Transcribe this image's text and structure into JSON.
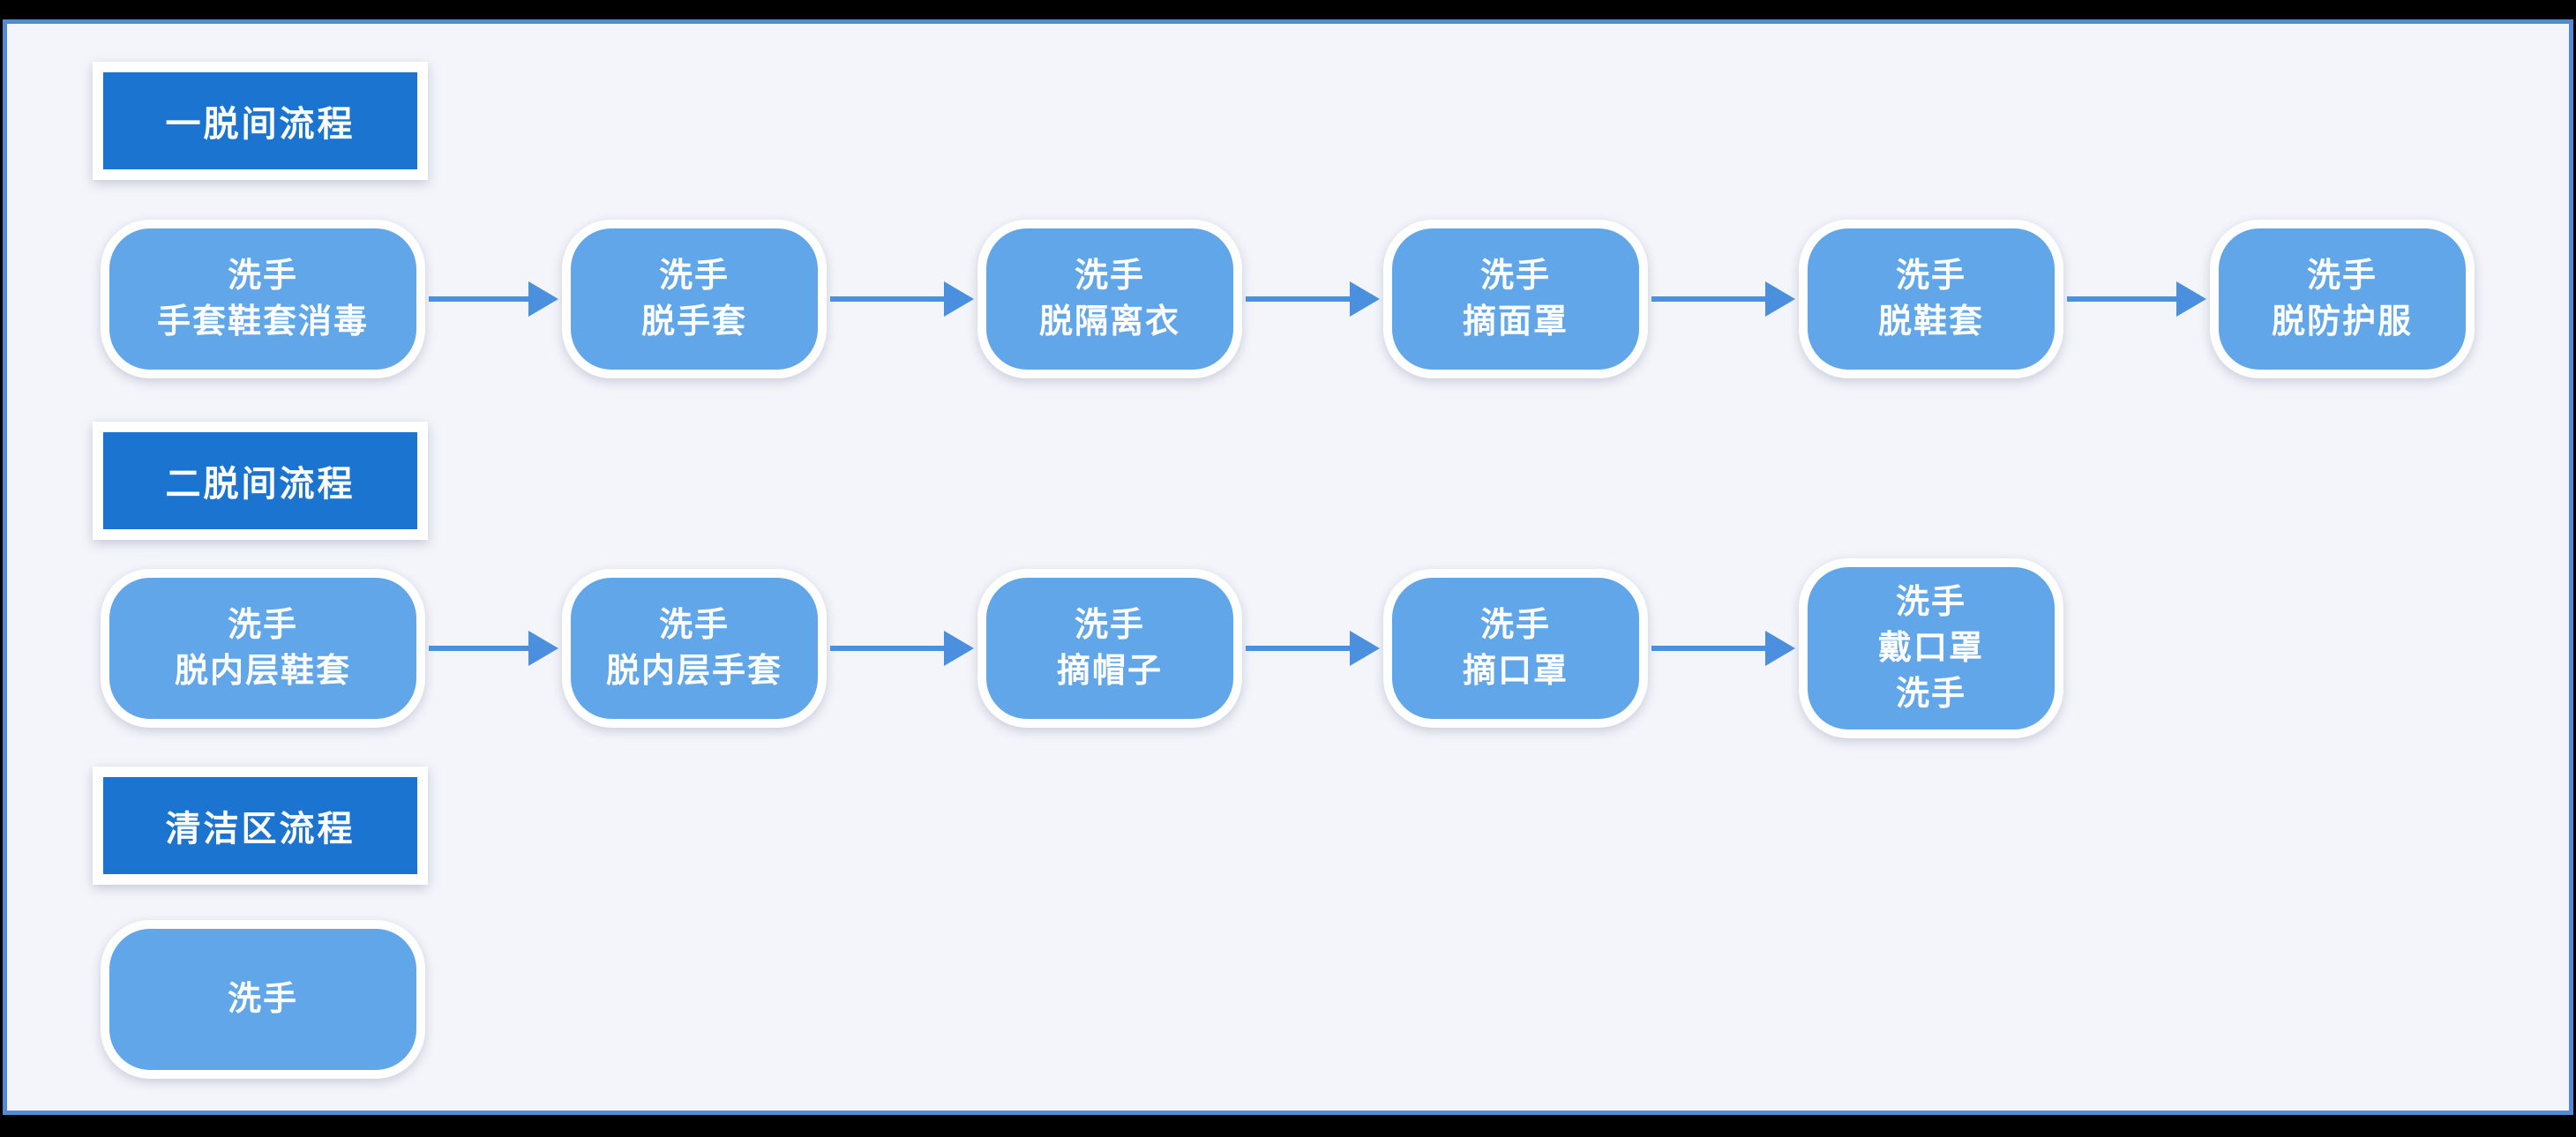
{
  "colors": {
    "background": "#000000",
    "panel_border": "#5589d2",
    "panel_background": "#f4f5fb",
    "section_label_fill": "#1b74cf",
    "node_fill": "#60a6e8",
    "arrow": "#4b90de",
    "text": "#ffffff"
  },
  "sections": [
    {
      "label": "一脱间流程",
      "nodes": [
        {
          "lines": [
            "洗手",
            "手套鞋套消毒"
          ]
        },
        {
          "lines": [
            "洗手",
            "脱手套"
          ]
        },
        {
          "lines": [
            "洗手",
            "脱隔离衣"
          ]
        },
        {
          "lines": [
            "洗手",
            "摘面罩"
          ]
        },
        {
          "lines": [
            "洗手",
            "脱鞋套"
          ]
        },
        {
          "lines": [
            "洗手",
            "脱防护服"
          ]
        }
      ]
    },
    {
      "label": "二脱间流程",
      "nodes": [
        {
          "lines": [
            "洗手",
            "脱内层鞋套"
          ]
        },
        {
          "lines": [
            "洗手",
            "脱内层手套"
          ]
        },
        {
          "lines": [
            "洗手",
            "摘帽子"
          ]
        },
        {
          "lines": [
            "洗手",
            "摘口罩"
          ]
        },
        {
          "lines": [
            "洗手",
            "戴口罩",
            "洗手"
          ]
        }
      ]
    },
    {
      "label": "清洁区流程",
      "nodes": [
        {
          "lines": [
            "洗手"
          ]
        }
      ]
    }
  ]
}
